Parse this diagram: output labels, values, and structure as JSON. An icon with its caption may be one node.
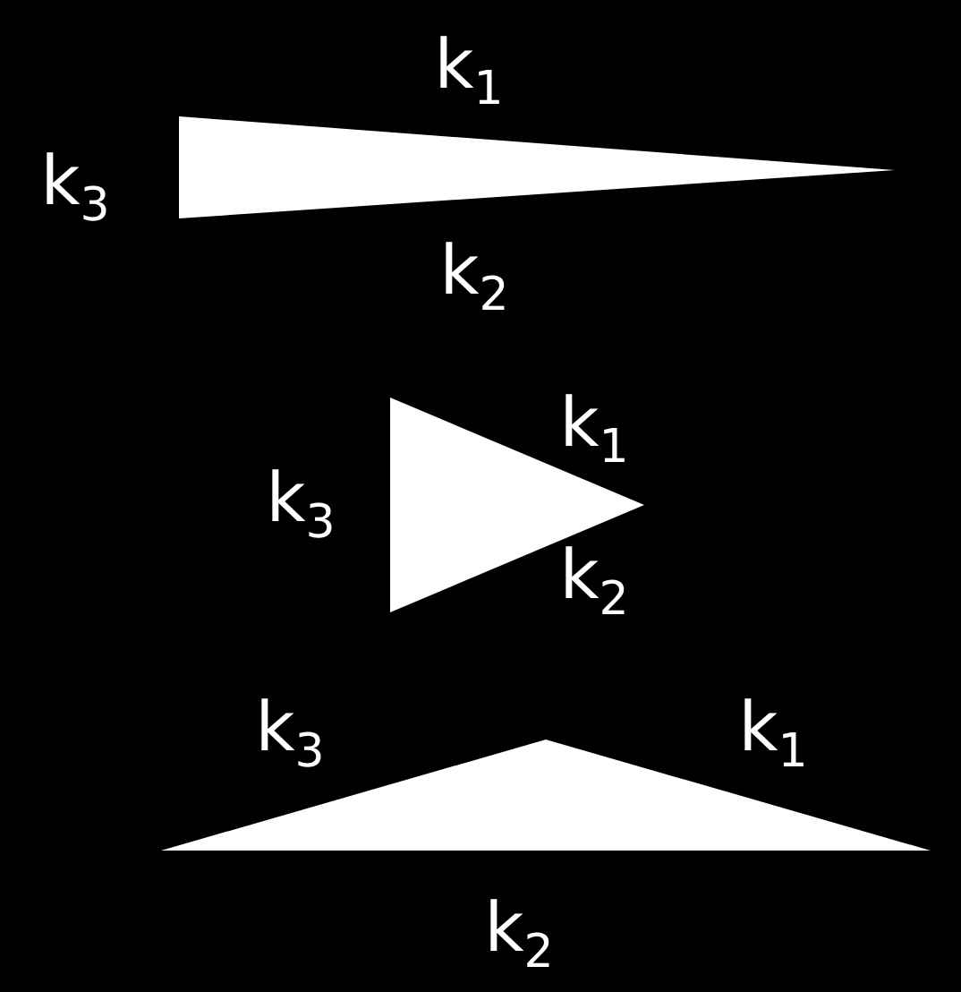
{
  "diagram": {
    "nodes": [
      {
        "text": [],
        "shape": "triangle",
        "beside": [
          "k$_{1}$",
          "k$_{3}$",
          "k$_{2}$"
        ]
      },
      {
        "text": [],
        "shape": "triangle",
        "beside": [
          "k$_{1}$",
          "k$_{3}$",
          "k$_{2}$"
        ]
      },
      {
        "text": [],
        "shape": "triangle",
        "beside": [
          "k$_{3}$",
          "k$_{1}$",
          "k$_{2}$"
        ]
      }
    ]
  }
}
